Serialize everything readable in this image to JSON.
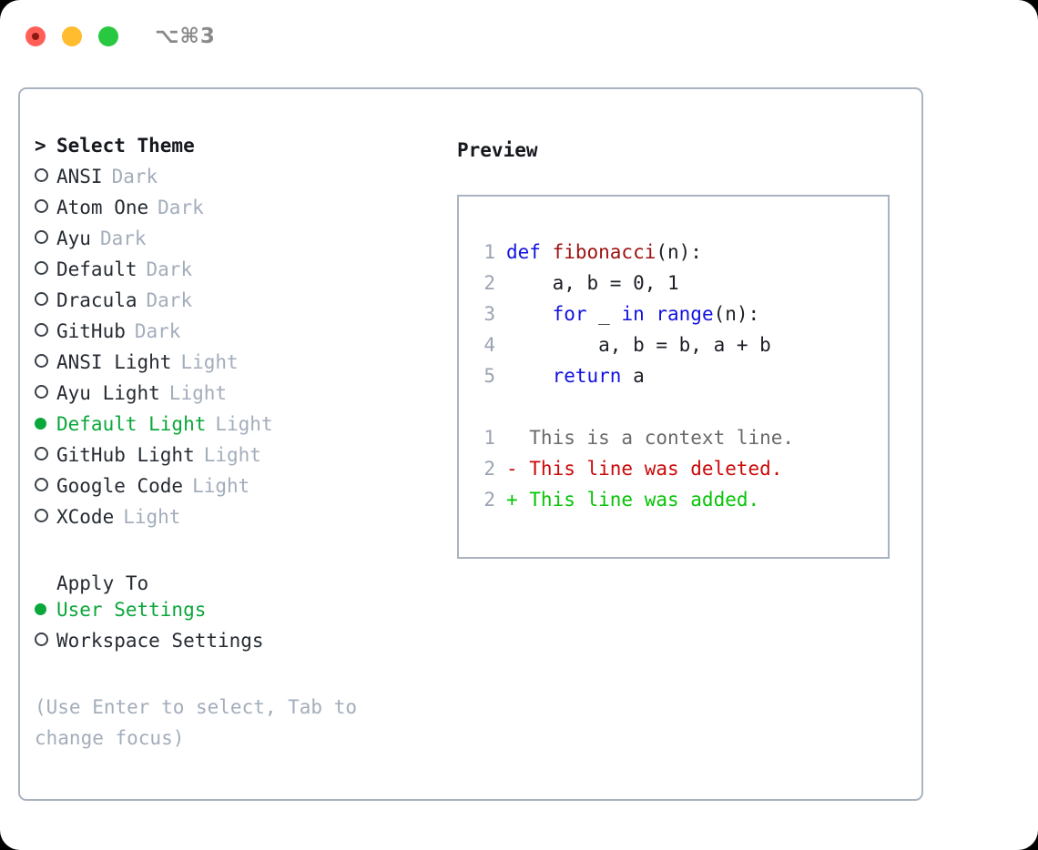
{
  "titlebar": {
    "shortcut": "⌥⌘3",
    "lights": [
      "close",
      "minimize",
      "maximize"
    ]
  },
  "left_panel": {
    "heading": {
      "marker": ">",
      "label": "Select Theme"
    },
    "themes": [
      {
        "label": "ANSI",
        "badge": "Dark",
        "selected": false
      },
      {
        "label": "Atom One",
        "badge": "Dark",
        "selected": false
      },
      {
        "label": "Ayu",
        "badge": "Dark",
        "selected": false
      },
      {
        "label": "Default",
        "badge": "Dark",
        "selected": false
      },
      {
        "label": "Dracula",
        "badge": "Dark",
        "selected": false
      },
      {
        "label": "GitHub",
        "badge": "Dark",
        "selected": false
      },
      {
        "label": "ANSI Light",
        "badge": "Light",
        "selected": false
      },
      {
        "label": "Ayu Light",
        "badge": "Light",
        "selected": false
      },
      {
        "label": "Default Light",
        "badge": "Light",
        "selected": true
      },
      {
        "label": "GitHub Light",
        "badge": "Light",
        "selected": false
      },
      {
        "label": "Google Code",
        "badge": "Light",
        "selected": false
      },
      {
        "label": "XCode",
        "badge": "Light",
        "selected": false
      }
    ],
    "apply_to": {
      "title": "Apply To",
      "options": [
        {
          "label": "User Settings",
          "selected": true
        },
        {
          "label": "Workspace Settings",
          "selected": false
        }
      ]
    },
    "hint": "(Use Enter to select, Tab to change focus)"
  },
  "right_panel": {
    "title": "Preview",
    "code_lines": [
      {
        "no": "1",
        "segments": [
          {
            "t": "def ",
            "c": "kw"
          },
          {
            "t": "fibonacci",
            "c": "fn"
          },
          {
            "t": "(n):",
            "c": ""
          }
        ]
      },
      {
        "no": "2",
        "segments": [
          {
            "t": "    a, b = 0, 1",
            "c": ""
          }
        ]
      },
      {
        "no": "3",
        "segments": [
          {
            "t": "    ",
            "c": ""
          },
          {
            "t": "for",
            "c": "kw"
          },
          {
            "t": " _ ",
            "c": ""
          },
          {
            "t": "in range",
            "c": "kw"
          },
          {
            "t": "(n):",
            "c": ""
          }
        ]
      },
      {
        "no": "4",
        "segments": [
          {
            "t": "        a, b = b, a + b",
            "c": ""
          }
        ]
      },
      {
        "no": "5",
        "segments": [
          {
            "t": "    ",
            "c": ""
          },
          {
            "t": "return",
            "c": "kw"
          },
          {
            "t": " a",
            "c": ""
          }
        ]
      }
    ],
    "diff_lines": [
      {
        "no": "1",
        "text": "  This is a context line.",
        "kind": "ctx"
      },
      {
        "no": "2",
        "text": "- This line was deleted.",
        "kind": "del"
      },
      {
        "no": "2",
        "text": "+ This line was added.",
        "kind": "add"
      }
    ]
  },
  "colors": {
    "accent_green": "#0aa73a",
    "border": "#a9b3c0",
    "muted": "#a3adbb",
    "keyword": "#1212e0",
    "function": "#9c1111",
    "diff_deleted": "#cc0808",
    "diff_added": "#06c406",
    "context": "#6a6a6a"
  }
}
